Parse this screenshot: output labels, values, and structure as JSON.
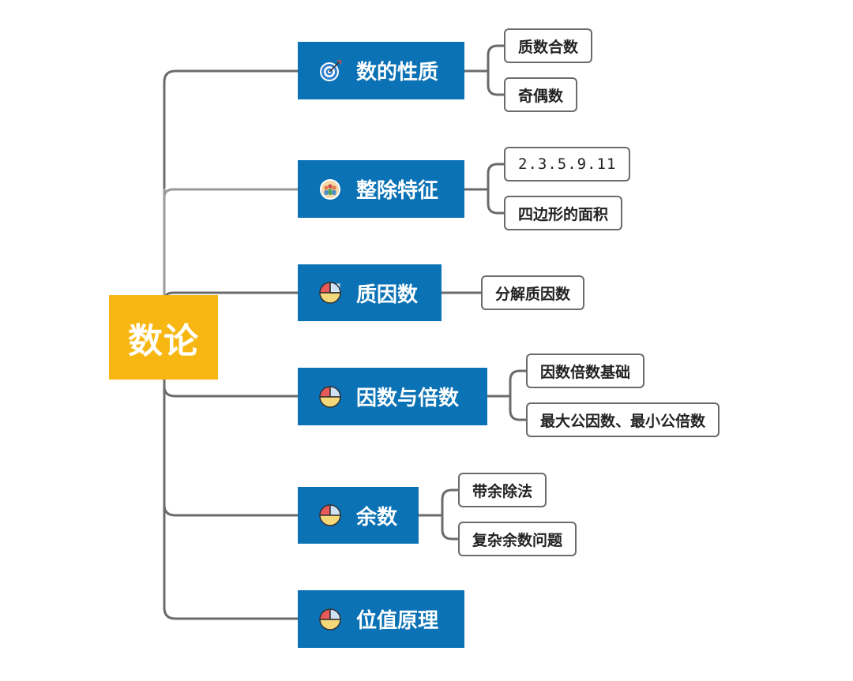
{
  "root": {
    "label": "数论"
  },
  "colors": {
    "root": "#f7b611",
    "branch": "#0b72b5",
    "connector": "#6b6b6b"
  },
  "branches": [
    {
      "label": "数的性质",
      "icon": "target-icon",
      "children": [
        "质数合数",
        "奇偶数"
      ]
    },
    {
      "label": "整除特征",
      "icon": "team-icon",
      "children": [
        "2.3.5.9.11",
        "四边形的面积"
      ]
    },
    {
      "label": "质因数",
      "icon": "pie-chart-icon",
      "children": [
        "分解质因数"
      ]
    },
    {
      "label": "因数与倍数",
      "icon": "pie-chart-icon",
      "children": [
        "因数倍数基础",
        "最大公因数、最小公倍数"
      ]
    },
    {
      "label": "余数",
      "icon": "pie-chart-icon",
      "children": [
        "带余除法",
        "复杂余数问题"
      ]
    },
    {
      "label": "位值原理",
      "icon": "pie-chart-icon",
      "children": []
    }
  ]
}
